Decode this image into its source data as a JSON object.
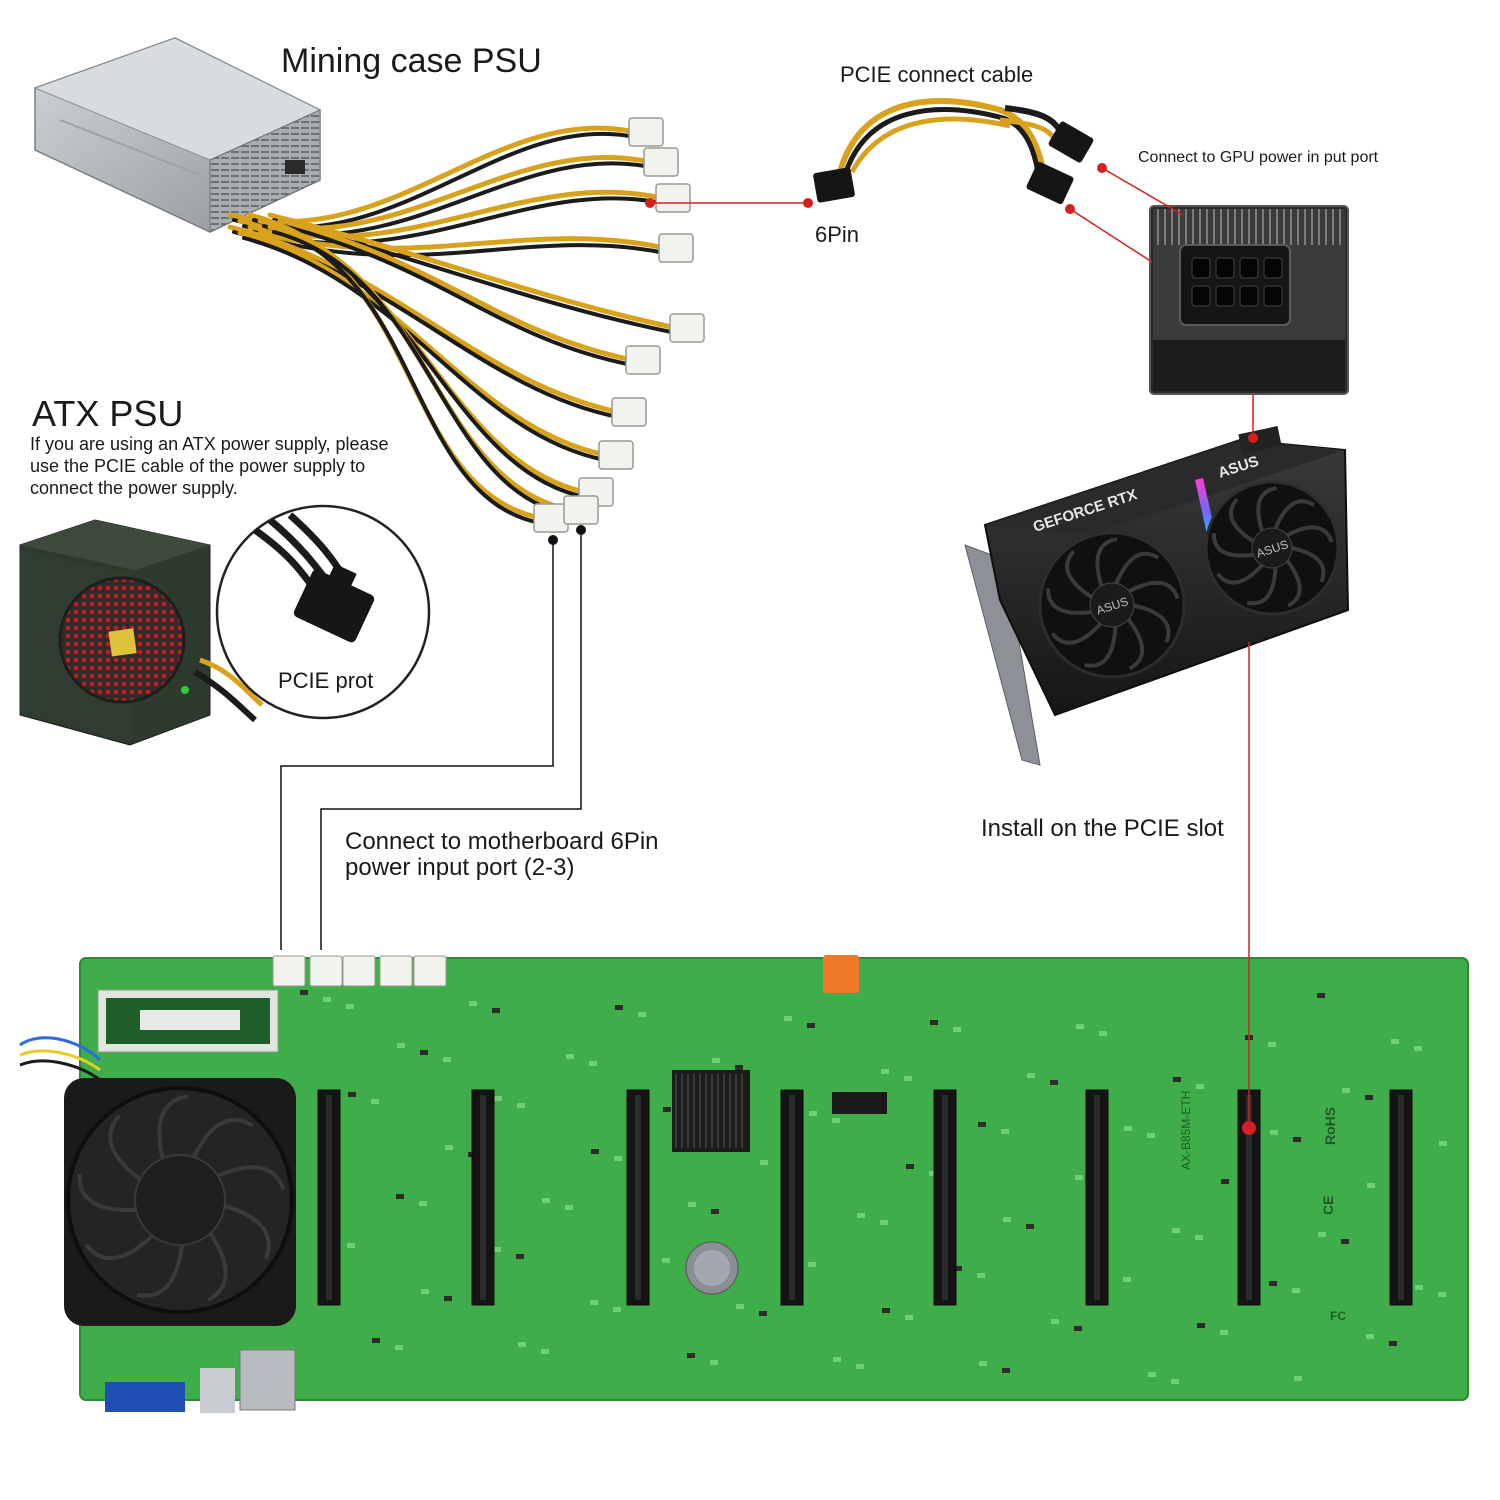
{
  "labels": {
    "mining_psu": "Mining case PSU",
    "pcie_cable": "PCIE connect cable",
    "six_pin": "6Pin",
    "gpu_power": "Connect to GPU power in put port",
    "atx_title": "ATX PSU",
    "atx_note_1": "If you are using an ATX power supply, please",
    "atx_note_2": "use the PCIE cable of the power supply to",
    "atx_note_3": "connect the power supply.",
    "pcie_prot": "PCIE prot",
    "mobo_connect_1": "Connect to motherboard 6Pin",
    "mobo_connect_2": "power input port (2-3)",
    "install_slot": "Install on the PCIE slot"
  },
  "gpu_text": {
    "geforce": "GEFORCE RTX",
    "brand": "ASUS"
  },
  "board_text": {
    "model": "AX-B85M-ETH",
    "ce": "CE",
    "rohs": "RoHS",
    "fcc": "FC"
  },
  "colors": {
    "board_green": "#3fae4a",
    "pcie_slot": "#141414",
    "wire_yellow": "#d9a21d",
    "wire_black": "#1b1b1b",
    "psu_silver": "#b9bdc2",
    "connector_white": "#f2f2ee",
    "pointer_red": "#d42020",
    "pointer_black": "#111111"
  }
}
